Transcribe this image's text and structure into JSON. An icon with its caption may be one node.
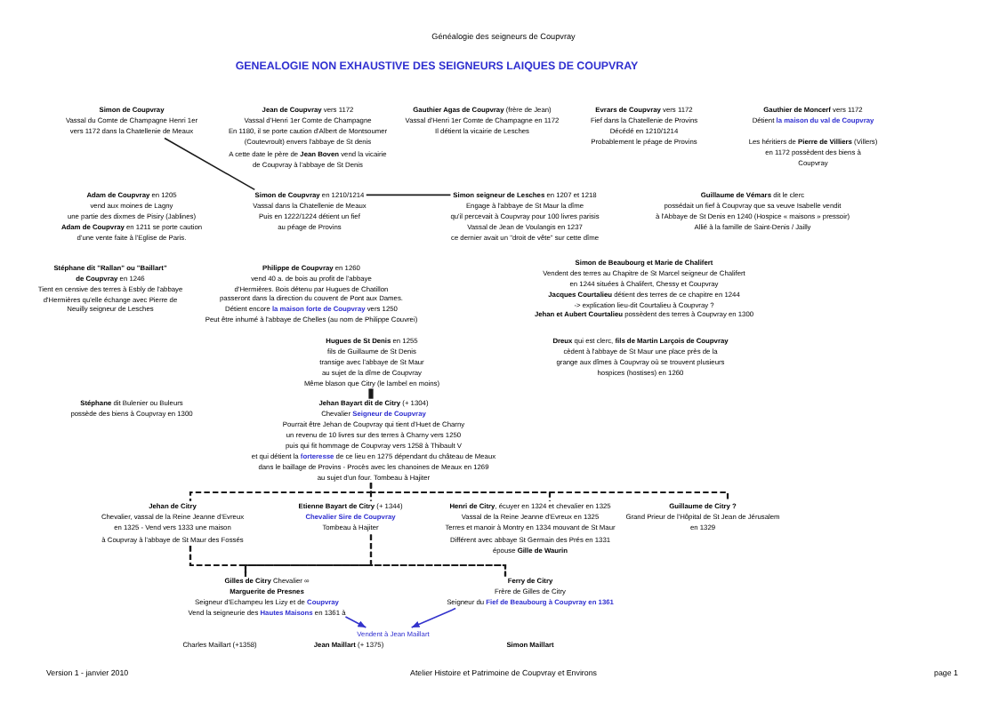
{
  "diagram": {
    "title": "GENEALOGIE NON EXHAUSTIVE DES SEIGNEURS LAIQUES DE COUPVRAY",
    "nodes": [
      {
        "text": [
          "Simon de Coupvray",
          "Vassal du Comte de Champagne Henri 1er",
          "vers 1172 dans la Chatellenie de Meaux"
        ]
      },
      {
        "text": [
          "**Simon de Coupvray** en 1210/1214",
          "Vassal dans la Chatellenie de Meaux",
          "Puis en 1222/1224 détient un fief",
          "au péage de Provins"
        ]
      },
      {
        "text": [
          "**Simon seigneur de Lesches** en 1207 et 1218",
          "Engage à l'abbaye de St Maur la dîme",
          "qu'il percevait à Coupvray pour 100 livres parisis",
          "Vassal de Jean de Voulangis en 1237",
          "ce dernier avait un \"droit de vête\" sur cette dîme"
        ]
      },
      {
        "text": [
          "**Hugues de St Denis** en 1255",
          "fils de Guillaume de St Denis",
          "transige avec l'abbaye de St Maur",
          "au sujet de la dîme de Coupvray",
          "Même blason que Citry (le lambel en moins)"
        ]
      },
      {
        "text": [
          "**Jehan Bayart dit de Citry** (+ 1304)",
          "Chevalier **Seigneur de Coupvray**",
          "Pourrait être Jehan de Coupvray qui tient d'Huet de Charny",
          "un revenu de 10 livres sur des terres à Charny vers 1250",
          "puis qui fit hommage de Coupvray vers 1258 à Thibault V",
          "et qui détient la **forteresse** de ce lieu en 1275 dépendant du château de Meaux",
          "dans le baillage de Provins - Procès avec les chanoines de Meaux en 1269",
          "au sujet d'un four. Tombeau à Hajiter"
        ]
      },
      {
        "text": [
          "Jehan de Citry",
          "Chevalier, vassal de la Reine Jeanne d'Evreux",
          "en 1325 - Vend vers 1333 une maison",
          "à Coupvray à l'abbaye de St Maur des Fossés"
        ]
      },
      {
        "text": [
          "**Etienne Bayart de Citry** (+ 1344)",
          "Chevalier Sire de Coupvray",
          "Tombeau à Hajiter"
        ]
      },
      {
        "text": [
          "**Henri de Citry**, écuyer en 1324 et chevalier en 1325",
          "Vassal de la Reine Jeanne d'Evreux en 1325",
          "Terres et manoir à Montry en 1334 mouvant de St Maur",
          "Différent avec abbaye St Germain des Prés en 1331",
          "épouse **Gille de Waurin**"
        ]
      },
      {
        "text": [
          "Guillaume de Citry ?",
          "Grand Prieur de l'Hôpital de St Jean de Jérusalem",
          "en 1329"
        ]
      },
      {
        "text": [
          "**Gilles de Citry** Chevalier ∞",
          "Marguerite de Presnes",
          "Seigneur d'Echampeu les Lizy et de **Coupvray**",
          "Vend la seigneurie des **Hautes Maisons** en 1361 à"
        ]
      },
      {
        "text": [
          "Ferry de Citry",
          "Frère de Gilles de Citry",
          "Seigneur du **Fief de Beaubourg à Coupvray en 1361**"
        ]
      },
      {
        "text": [
          "Vendent à Jean Maillart"
        ]
      }
    ],
    "edges": [
      {
        "from": 0,
        "to": 1,
        "arrow": "none"
      },
      {
        "from": 1,
        "to": 2,
        "arrow": "none"
      },
      {
        "from": 3,
        "to": 4,
        "arrow": "none",
        "style": "thick"
      },
      {
        "from": 4,
        "to": 5,
        "arrow": "none",
        "style": "dashed"
      },
      {
        "from": 4,
        "to": 6,
        "arrow": "none",
        "style": "dashed"
      },
      {
        "from": 4,
        "to": 7,
        "arrow": "none",
        "style": "dashed"
      },
      {
        "from": 4,
        "to": 8,
        "arrow": "none",
        "style": "dashed"
      },
      {
        "from": 5,
        "to": 9,
        "arrow": "none",
        "style": "dashed"
      },
      {
        "from": 5,
        "to": 10,
        "arrow": "none",
        "style": "dashed"
      },
      {
        "from": 6,
        "to": 9,
        "arrow": "none",
        "style": "dashed"
      },
      {
        "from": 6,
        "to": 10,
        "arrow": "none",
        "style": "dashed"
      },
      {
        "from": 9,
        "to": 11,
        "arrow": "to",
        "color": "#3333cc"
      },
      {
        "from": 10,
        "to": 11,
        "arrow": "to",
        "color": "#3333cc"
      }
    ],
    "labels": [
      "Généalogie des seigneurs de Coupvray",
      "**Jean de Coupvray** vers 1172",
      "Vassal d'Henri 1er Comte de Champagne",
      "En 1180, il se porte caution d'Albert de Montsoumer",
      "(Coutevroult) envers l'abbaye de St denis",
      "A cette date le père de **Jean Boven** vend la vicairie",
      "de Coupvray à l'abbaye de St Denis",
      "**Gauthier Agas de Coupvray** (frère de Jean)",
      "Vassal d'Henri 1er Comte de Champagne en 1172",
      "Il détient la vicairie de Lesches",
      "**Evrars de Coupvray** vers 1172",
      "Fief dans la Chatellenie de Provins",
      "Décédé en 1210/1214",
      "Probablement le péage de Provins",
      "**Gauthier de Moncerf** vers 1172",
      "Détient **la maison du val de Coupvray**",
      "Les héritiers de **Pierre de Villiers** (Villers)",
      "en 1172 possèdent des biens à",
      "Coupvray",
      "**Adam de Coupvray** en 1205",
      "vend aux moines de Lagny",
      "une partie des dixmes de Pisiry (Jablines)",
      "**Adam de Coupvray** en 1211 se porte caution",
      "d'une vente faite à l'Eglise de Paris.",
      "**Guillaume de Vémars** dit le clerc",
      "possédait un fief à Coupvray que sa veuve Isabelle vendit",
      "à l'Abbaye de St Denis en 1240 (Hospice « maisons » pressoir)",
      "Allié à la famille de Saint-Denis / Jailly",
      "Stéphane dit \"Rallan\" ou \"Baillart\"",
      "**de Coupvray** en 1246",
      "Tient en censive des terres à Esbly de l'abbaye",
      "d'Hermières qu'elle échange avec Pierre de",
      "Neuilly seigneur de Lesches",
      "**Philippe de Coupvray** en 1260",
      "vend 40 a. de bois au profit de l'abbaye",
      "d'Hermières. Bois détenu par Hugues de Chatillon",
      "passeront dans la direction du couvent de Pont aux Dames.",
      "Détient encore **la maison forte de Coupvray** vers 1250",
      "Peut être inhumé à l'abbaye de Chelles (au nom de Philippe Couvrei)",
      "Simon de Beaubourg et Marie de Chalifert",
      "Vendent des terres au Chapitre de St Marcel seigneur de Chalifert",
      "en 1244 situées à Chalifert, Chessy et Coupvray",
      "**Jacques Courtalieu** détient des terres de ce chapitre en 1244",
      "-> explication lieu-dit Courtalieu à Coupvray ?",
      "**Jehan et Aubert Courtalieu** possèdent des terres à Coupvray en 1300",
      "**Dreux** qui est clerc, **fils de Martin Larçois de Coupvray**",
      "cèdent à l'abbaye de St Maur une place près de la",
      "grange aux dîmes à Coupvray où se trouvent plusieurs",
      "hospices (hostises) en 1260",
      "**Stéphane** dit Bulenier ou Buleurs",
      "possède des biens à Coupvray en 1300",
      "Charles Maillart (+1358)",
      "**Jean Maillart** (+ 1375)",
      "Simon Maillart",
      "Version 1 - janvier 2010",
      "Atelier Histoire et Patrimoine de Coupvray et Environs",
      "page 1"
    ]
  }
}
